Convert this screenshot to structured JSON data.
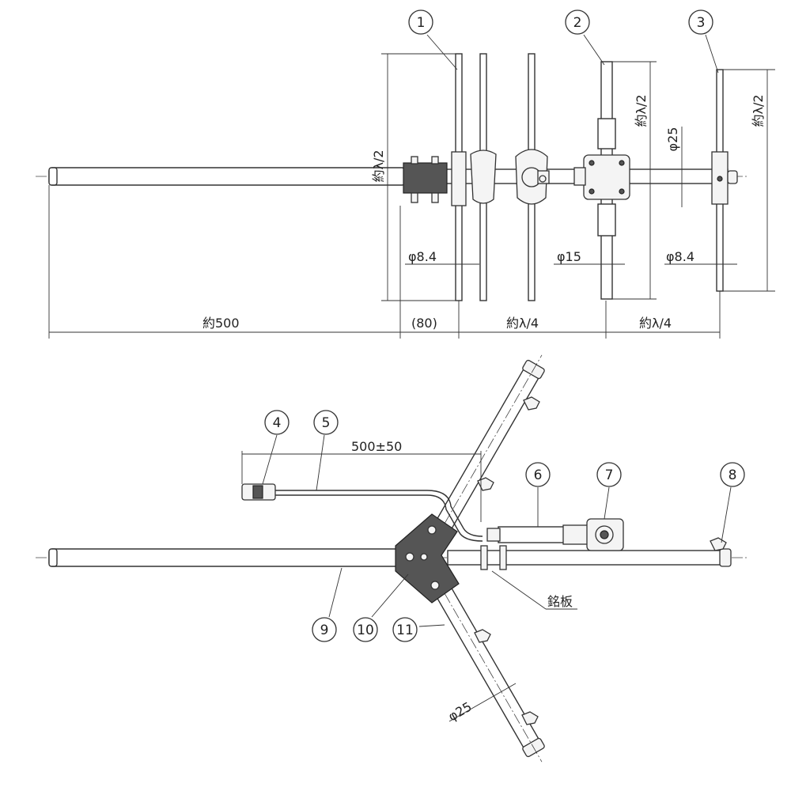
{
  "top_view": {
    "dimensions": {
      "length_boom": "約500",
      "length_offset": "(80)",
      "spacing_1": "約λ/4",
      "spacing_2": "約λ/4",
      "dia_element_1": "φ8.4",
      "dia_radiator": "φ15",
      "dia_element_3": "φ8.4",
      "dia_boom": "φ25",
      "len_element_1": "約λ/2",
      "len_radiator": "約λ/2",
      "len_element_3": "約λ/2"
    },
    "callouts": [
      "1",
      "2",
      "3"
    ]
  },
  "bottom_view": {
    "dimensions": {
      "cable_length": "500±50",
      "dia_arm": "φ25"
    },
    "nameplate_label": "銘板",
    "callouts": [
      "4",
      "5",
      "6",
      "7",
      "8",
      "9",
      "10",
      "11"
    ]
  }
}
